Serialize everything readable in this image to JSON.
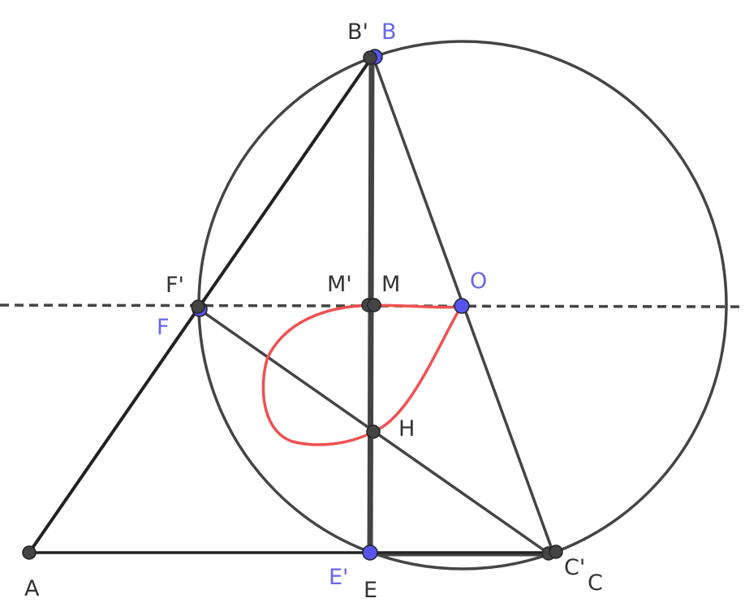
{
  "colors": {
    "line": "#444444",
    "dark_line": "#222222",
    "curve": "#f05050",
    "point_dark": "#444444",
    "point_blue": "#5555ee",
    "label_dark": "#333333",
    "label_blue": "#6666ee"
  },
  "labels": {
    "A": "A",
    "B": "B",
    "B_prime": "B'",
    "C": "C",
    "C_prime": "C'",
    "E": "E",
    "E_prime": "E'",
    "F": "F",
    "F_prime": "F'",
    "M": "M",
    "M_prime": "M'",
    "H": "H",
    "O": "O"
  }
}
